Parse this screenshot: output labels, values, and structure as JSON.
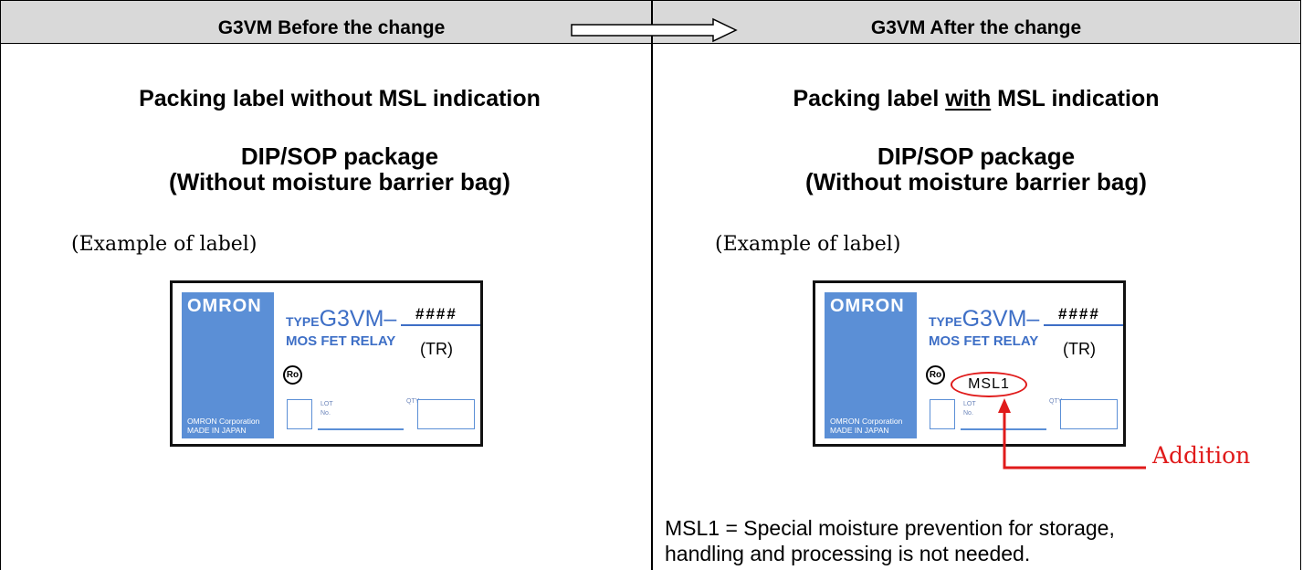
{
  "header": {
    "before": "G3VM Before the change",
    "after": "G3VM After the change",
    "arrow_icon": "hollow-right-arrow-icon"
  },
  "before_panel": {
    "title": "Packing label without MSL indication",
    "package_line1": "DIP/SOP package",
    "package_line2": "(Without moisture barrier bag)",
    "example_caption": "(Example of label)",
    "label": {
      "brand": "OMRON",
      "type_prefix": "TYPE",
      "model": "G3VM–",
      "part_number": "####",
      "product_name": "MOS FET RELAY",
      "packing_code": "(TR)",
      "compliance_mark": "Ro",
      "lot_label": "LOT",
      "lot_no_label": "No.",
      "qty_label": "QTY",
      "maker_line1": "OMRON Corporation",
      "maker_line2": "MADE IN JAPAN"
    }
  },
  "after_panel": {
    "title_before": "Packing label ",
    "title_emphasis": "with",
    "title_after": " MSL indication",
    "package_line1": "DIP/SOP package",
    "package_line2": "(Without moisture barrier bag)",
    "example_caption": "(Example of label)",
    "label": {
      "brand": "OMRON",
      "type_prefix": "TYPE",
      "model": "G3VM–",
      "part_number": "####",
      "product_name": "MOS FET RELAY",
      "packing_code": "(TR)",
      "compliance_mark": "Ro",
      "msl_mark": "MSL1",
      "lot_label": "LOT",
      "lot_no_label": "No.",
      "qty_label": "QTY",
      "maker_line1": "OMRON Corporation",
      "maker_line2": "MADE IN JAPAN"
    },
    "callout_arrow_icon": "red-callout-arrow-icon",
    "callout_label": "Addition",
    "note_line1": "MSL1 = Special moisture prevention for storage,",
    "note_line2": "handling and processing is not needed."
  },
  "colors": {
    "header_bg": "#d9d9d9",
    "label_blue": "#5b8fd6",
    "label_text_blue": "#3e6fc6",
    "label_fine_text": "#6d86bb",
    "callout_red": "#e01b1b"
  }
}
